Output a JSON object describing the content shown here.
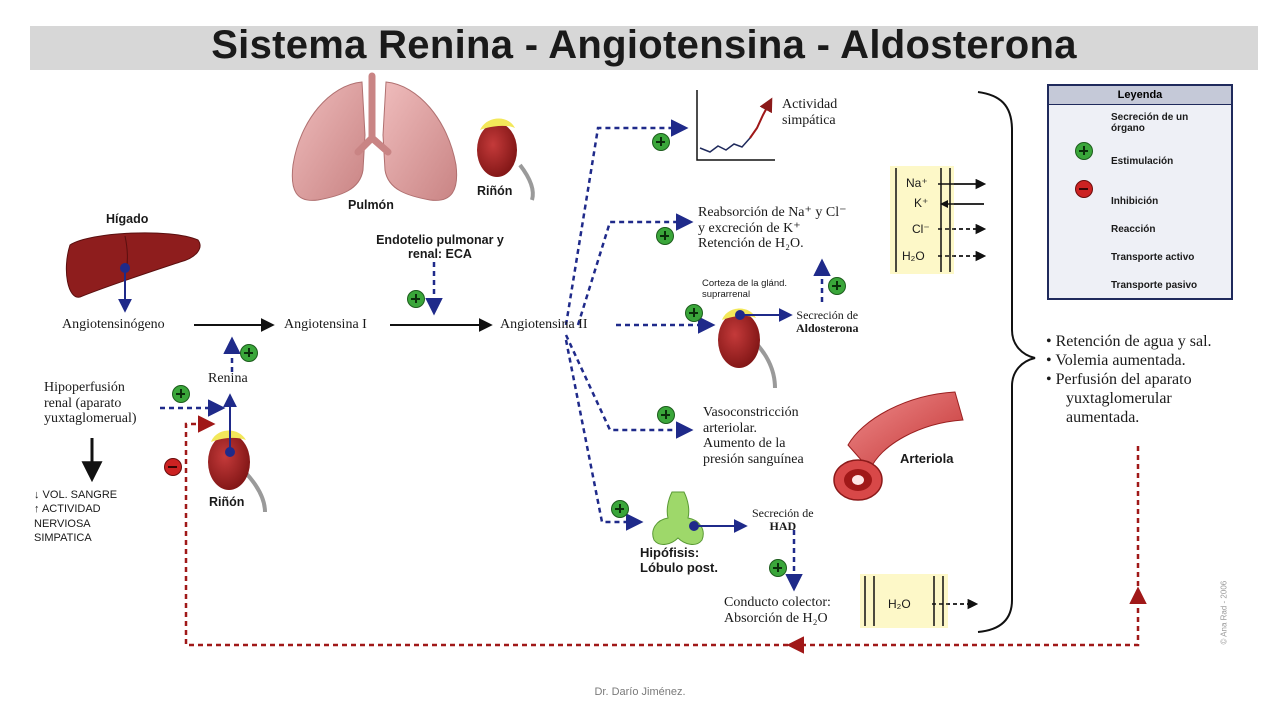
{
  "title": "Sistema Renina - Angiotensina - Aldosterona",
  "labels": {
    "higado": "Hígado",
    "pulmon": "Pulmón",
    "rinon_top": "Riñón",
    "rinon_bottom": "Riñón",
    "endotelio_1": "Endotelio pulmonar y",
    "endotelio_2": "renal: ECA",
    "angiotensinogeno": "Angiotensinógeno",
    "angiotensina_1": "Angiotensina I",
    "angiotensina_2": "Angiotensina II",
    "renina": "Renina",
    "hipoperfusion_1": "Hipoperfusión",
    "hipoperfusion_2": "renal (aparato",
    "hipoperfusion_3": "yuxtaglomerual)",
    "vol_1": "↓ VOL. SANGRE",
    "vol_2": "↑ ACTIVIDAD",
    "vol_3": "NERVIOSA",
    "vol_4": "SIMPATICA",
    "actividad_1": "Actividad",
    "actividad_2": "simpática",
    "reabs_1": "Reabsorción de Na⁺ y Cl⁻",
    "reabs_2": "y excreción de K⁺",
    "reabs_3": "Retención de H₂O.",
    "corteza_1": "Corteza de la glánd.",
    "corteza_2": "suprarrenal",
    "secrecion_ald_1": "Secreción de",
    "secrecion_ald_2": "Aldosterona",
    "vaso_1": "Vasoconstricción",
    "vaso_2": "arteriolar.",
    "vaso_3": "Aumento de la",
    "vaso_4": "presión sanguínea",
    "arteriola": "Arteriola",
    "secrecion_had_1": "Secreción de",
    "secrecion_had_2": "HAD",
    "hipofisis_1": "Hipófisis:",
    "hipofisis_2": "Lóbulo post.",
    "conducto_1": "Conducto colector:",
    "conducto_2": "Absorción de H₂O",
    "h2o_box": "H₂O",
    "ion_na": "Na⁺",
    "ion_k": "K⁺",
    "ion_cl": "Cl⁻",
    "ion_h2o": "H₂O"
  },
  "effects": [
    "Retención de agua y sal.",
    "Volemia aumentada.",
    "Perfusión del aparato",
    "yuxtaglomerular",
    "aumentada."
  ],
  "legend": {
    "title": "Leyenda",
    "items": [
      "Secreción de un órgano",
      "Estimulación",
      "Inhibición",
      "Reacción",
      "Transporte activo",
      "Transporte pasivo"
    ]
  },
  "copyright": "© Ana Rad - 2006",
  "footer": "Dr. Darío Jiménez.",
  "colors": {
    "stimulation": "#1f2a8a",
    "inhibition": "#a01818",
    "reaction": "#111111",
    "organ_red": "#8e1d1d",
    "lung_pink": "#d99a9a",
    "adrenal_yellow": "#f3e85a",
    "pituitary_green": "#9ed86a",
    "ion_box": "#fdf8c8"
  }
}
